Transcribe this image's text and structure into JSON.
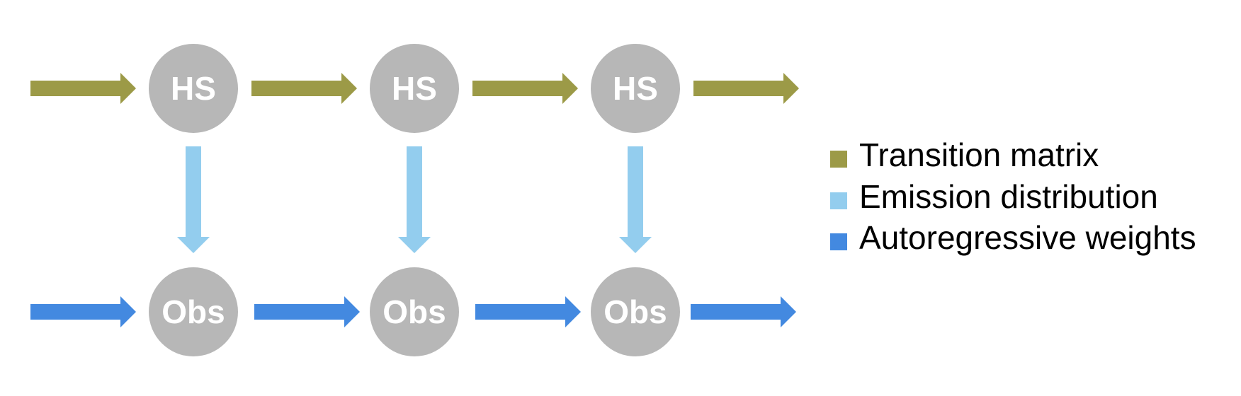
{
  "colors": {
    "transition": "#9c9a47",
    "emission": "#93cdee",
    "autoregressive": "#4389e0",
    "node": "#b7b7b7",
    "node_text": "#ffffff"
  },
  "nodes": {
    "hidden_state_label": "HS",
    "observation_label": "Obs"
  },
  "legend": {
    "transition": "Transition matrix",
    "emission": "Emission distribution",
    "autoregressive": "Autoregressive weights"
  }
}
